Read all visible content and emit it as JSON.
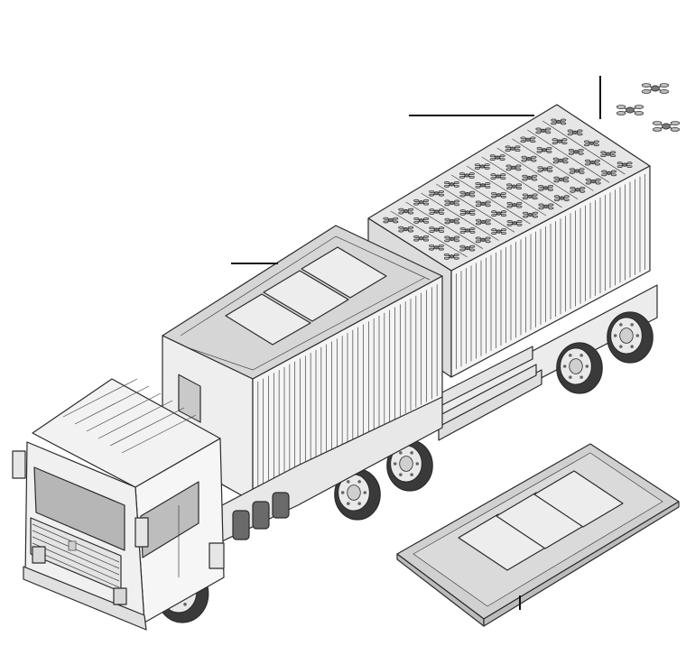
{
  "colors": {
    "outline": "#2b2b2b",
    "body_light": "#f3f3f3",
    "body_mid": "#e2e2e2",
    "body_shade": "#cfcfcf",
    "glass": "#b9b9b9",
    "tire": "#3a3a3a",
    "panel": "#ededed",
    "panel_frame": "#c4c4c4",
    "callout": "#111111"
  },
  "icons": {
    "drone": "quadcopter-drone-icon",
    "solar": "solar-panel-icon"
  },
  "callouts": [
    {
      "id": "drone-swarm",
      "label": ""
    },
    {
      "id": "drone-container-roof",
      "label": ""
    },
    {
      "id": "solar-container-roof",
      "label": ""
    },
    {
      "id": "deployed-solar-array",
      "label": ""
    }
  ],
  "drone_grid": {
    "rows": 5,
    "cols": 12
  },
  "flying_drones": 3,
  "solar_panels_on_roof": 3,
  "solar_panels_deployed": 3
}
